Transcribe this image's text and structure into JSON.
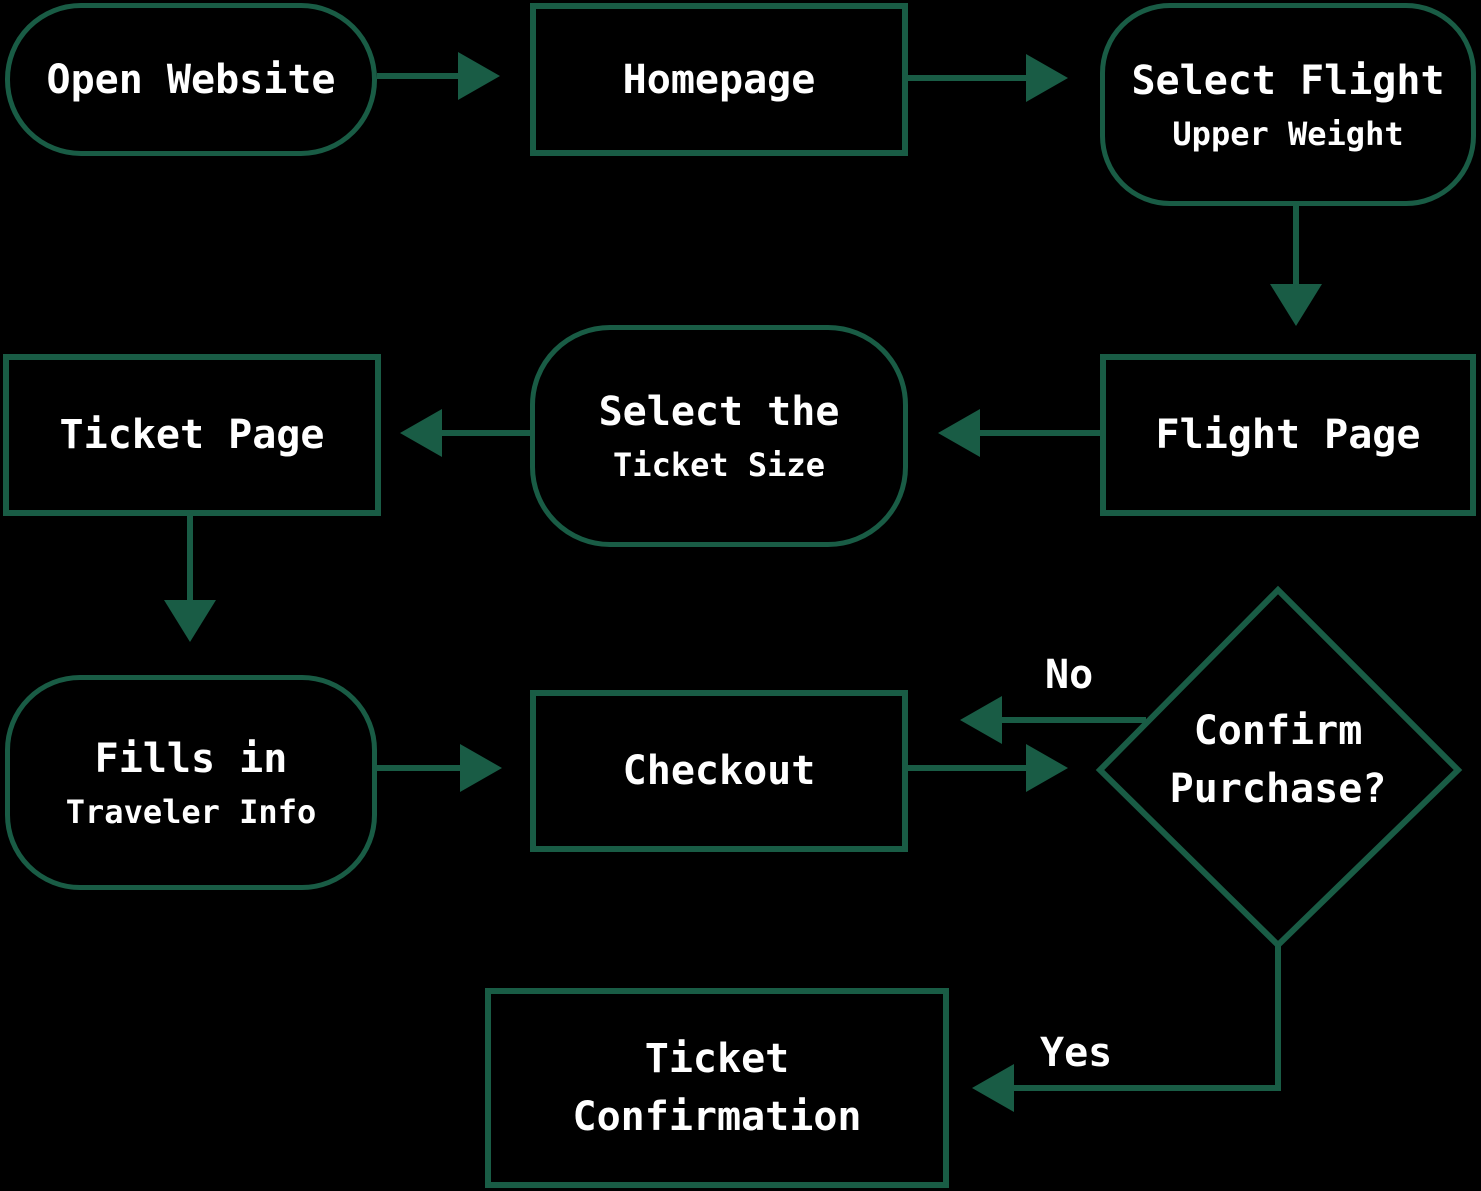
{
  "colors": {
    "background": "#000000",
    "stroke": "#195c45",
    "text": "#ffffff"
  },
  "nodes": {
    "open_website": {
      "shape": "terminal",
      "line1": "Open Website"
    },
    "homepage": {
      "shape": "process",
      "line1": "Homepage"
    },
    "select_flight": {
      "shape": "terminal",
      "line1": "Select Flight",
      "line2": "Upper Weight"
    },
    "flight_page": {
      "shape": "process",
      "line1": "Flight Page"
    },
    "select_ticket": {
      "shape": "terminal",
      "line1": "Select the",
      "line2": "Ticket Size"
    },
    "ticket_page": {
      "shape": "process",
      "line1": "Ticket Page"
    },
    "fills_in": {
      "shape": "terminal",
      "line1": "Fills in",
      "line2": "Traveler Info"
    },
    "checkout": {
      "shape": "process",
      "line1": "Checkout"
    },
    "confirm_purchase": {
      "shape": "decision",
      "line1": "Confirm",
      "line2": "Purchase?"
    },
    "ticket_confirmation": {
      "shape": "process",
      "line1": "Ticket",
      "line2": "Confirmation"
    }
  },
  "edges": [
    {
      "from": "open_website",
      "to": "homepage"
    },
    {
      "from": "homepage",
      "to": "select_flight"
    },
    {
      "from": "select_flight",
      "to": "flight_page"
    },
    {
      "from": "flight_page",
      "to": "select_ticket"
    },
    {
      "from": "select_ticket",
      "to": "ticket_page"
    },
    {
      "from": "ticket_page",
      "to": "fills_in"
    },
    {
      "from": "fills_in",
      "to": "checkout"
    },
    {
      "from": "checkout",
      "to": "confirm_purchase"
    },
    {
      "from": "confirm_purchase",
      "to": "checkout",
      "label": "No"
    },
    {
      "from": "confirm_purchase",
      "to": "ticket_confirmation",
      "label": "Yes"
    }
  ],
  "labels": {
    "no": "No",
    "yes": "Yes"
  }
}
